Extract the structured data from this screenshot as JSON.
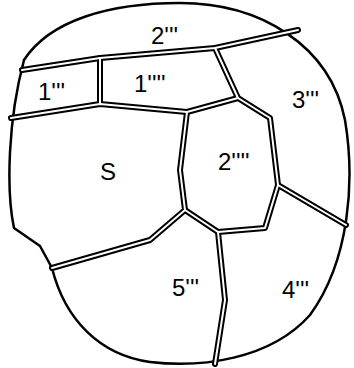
{
  "diagram": {
    "labels": [
      "2'''",
      "1'''",
      "1''''",
      "3'''",
      "S",
      "2''''",
      "4'''",
      "5'''"
    ]
  }
}
